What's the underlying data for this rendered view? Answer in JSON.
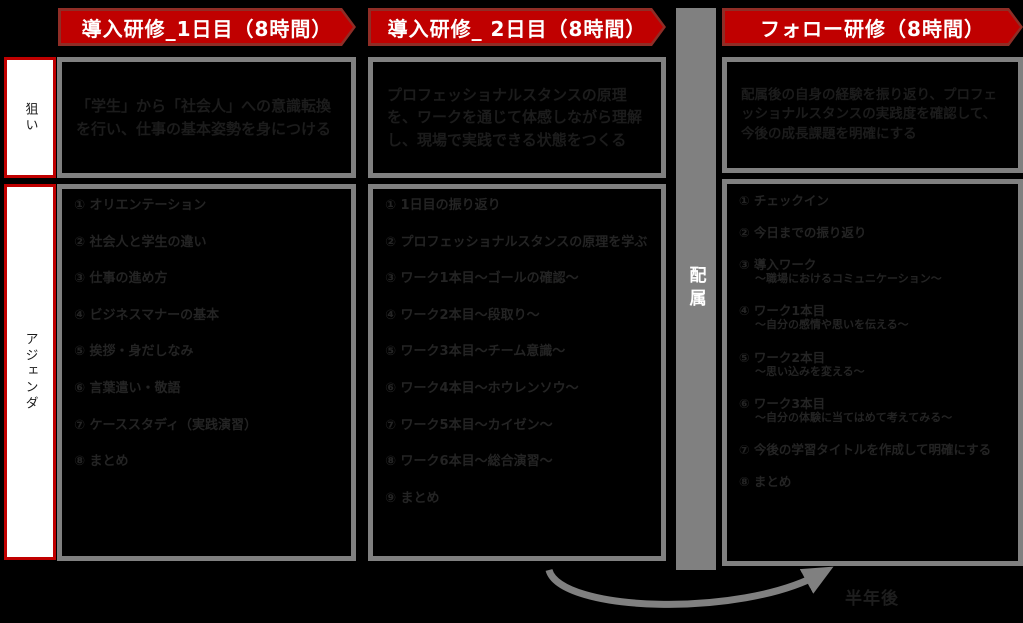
{
  "colors": {
    "banner_red": "#c00000",
    "banner_border": "#8f2d26",
    "panel_border": "#808080",
    "assignment_gray": "#808080",
    "label_border_red": "#c00000"
  },
  "side_labels": {
    "aim": "狙い",
    "agenda": "アジェンダ"
  },
  "assignment_label": "配属",
  "arrow": {
    "label": "半年後"
  },
  "columns": [
    {
      "header": "導入研修_1日目（8時間）",
      "aim": "「学生」から「社会人」への意識転換を行い、仕事の基本姿勢を身につける",
      "agenda": [
        {
          "text": "① オリエンテーション",
          "sub": ""
        },
        {
          "text": "② 社会人と学生の違い",
          "sub": ""
        },
        {
          "text": "③ 仕事の進め方",
          "sub": ""
        },
        {
          "text": "④ ビジネスマナーの基本",
          "sub": ""
        },
        {
          "text": "⑤ 挨拶・身だしなみ",
          "sub": ""
        },
        {
          "text": "⑥ 言葉遣い・敬語",
          "sub": ""
        },
        {
          "text": "⑦ ケーススタディ（実践演習）",
          "sub": ""
        },
        {
          "text": "⑧ まとめ",
          "sub": ""
        }
      ]
    },
    {
      "header": "導入研修_ 2日目（8時間）",
      "aim": "プロフェッショナルスタンスの原理を、ワークを通じて体感しながら理解し、現場で実践できる状態をつくる",
      "agenda": [
        {
          "text": "① 1日目の振り返り",
          "sub": ""
        },
        {
          "text": "② プロフェッショナルスタンスの原理を学ぶ",
          "sub": ""
        },
        {
          "text": "③ ワーク1本目～ゴールの確認～",
          "sub": ""
        },
        {
          "text": "④ ワーク2本目～段取り～",
          "sub": ""
        },
        {
          "text": "⑤ ワーク3本目～チーム意識～",
          "sub": ""
        },
        {
          "text": "⑥ ワーク4本目～ホウレンソウ～",
          "sub": ""
        },
        {
          "text": "⑦ ワーク5本目～カイゼン～",
          "sub": ""
        },
        {
          "text": "⑧ ワーク6本目～総合演習～",
          "sub": ""
        },
        {
          "text": "⑨ まとめ",
          "sub": ""
        }
      ]
    },
    {
      "header": "フォロー研修（8時間）",
      "aim": "配属後の自身の経験を振り返り、プロフェッショナルスタンスの実践度を確認して、今後の成長課題を明確にする",
      "agenda": [
        {
          "text": "① チェックイン",
          "sub": ""
        },
        {
          "text": "② 今日までの振り返り",
          "sub": ""
        },
        {
          "text": "③ 導入ワーク",
          "sub": "～職場におけるコミュニケーション～"
        },
        {
          "text": "④ ワーク1本目",
          "sub": "～自分の感情や思いを伝える～"
        },
        {
          "text": "⑤ ワーク2本目",
          "sub": "～思い込みを変える～"
        },
        {
          "text": "⑥ ワーク3本目",
          "sub": "～自分の体験に当てはめて考えてみる～"
        },
        {
          "text": "⑦ 今後の学習タイトルを作成して明確にする",
          "sub": ""
        },
        {
          "text": "⑧ まとめ",
          "sub": ""
        }
      ]
    }
  ]
}
